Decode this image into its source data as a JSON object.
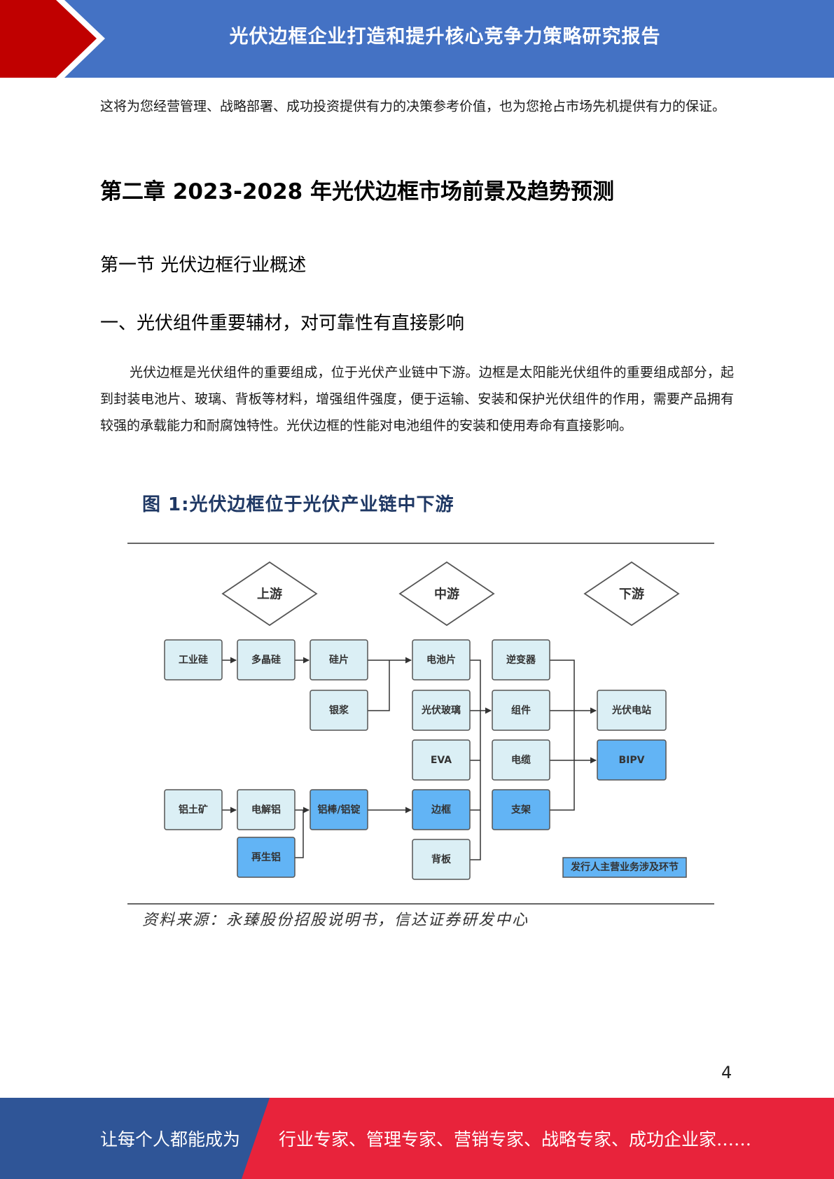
{
  "header": {
    "title": "光伏边框企业打造和提升核心竞争力策略研究报告"
  },
  "body": {
    "intro_paragraph": "这将为您经营管理、战略部署、成功投资提供有力的决策参考价值，也为您抢占市场先机提供有力的保证。",
    "chapter_title": "第二章 2023-2028 年光伏边框市场前景及趋势预测",
    "section_title": "第一节 光伏边框行业概述",
    "subsection_title": "一、光伏组件重要辅材，对可靠性有直接影响",
    "paragraph": "光伏边框是光伏组件的重要组成，位于光伏产业链中下游。边框是太阳能光伏组件的重要组成部分，起到封装电池片、玻璃、背板等材料，增强组件强度，便于运输、安装和保护光伏组件的作用，需要产品拥有较强的承载能力和耐腐蚀特性。光伏边框的性能对电池组件的安装和使用寿命有直接影响。"
  },
  "figure": {
    "title": "图 1:光伏边框位于光伏产业链中下游",
    "stages": {
      "upstream": "上游",
      "midstream": "中游",
      "downstream": "下游"
    },
    "nodes": {
      "industrial_silicon": "工业硅",
      "polysilicon": "多晶硅",
      "silicon_wafer": "硅片",
      "silver_paste": "银浆",
      "bauxite": "铝土矿",
      "electrolytic_aluminum": "电解铝",
      "aluminum_rod": "铝棒/铝锭",
      "recycled_aluminum": "再生铝",
      "cell": "电池片",
      "pv_glass": "光伏玻璃",
      "eva": "EVA",
      "frame": "边框",
      "backsheet": "背板",
      "inverter": "逆变器",
      "module": "组件",
      "cable": "电缆",
      "bracket": "支架",
      "pv_station": "光伏电站",
      "bipv": "BIPV"
    },
    "legend": "发行人主营业务涉及环节",
    "source": "资料来源：永臻股份招股说明书，信达证券研发中心",
    "colors": {
      "light_box": "#dbeff5",
      "highlight_box": "#62b4f5"
    }
  },
  "page_number": "4",
  "footer": {
    "left_text": "让每个人都能成为",
    "right_text": "行业专家、管理专家、营销专家、战略专家、成功企业家……"
  }
}
